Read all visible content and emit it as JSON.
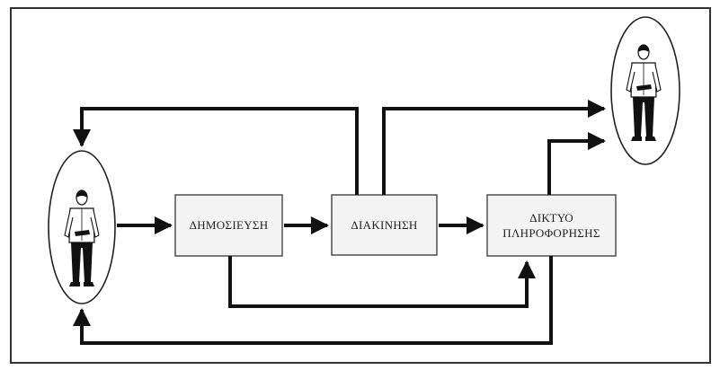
{
  "diagram": {
    "nodes": {
      "publication": {
        "label": "ΔΗΜΟΣΙΕΥΣΗ"
      },
      "distribution": {
        "label": "ΔΙΑΚΙΝΗΣΗ"
      },
      "network": {
        "line1": "ΔΙΚΤΥΟ",
        "line2": "ΠΛΗΡΟΦΟΡΗΣΗΣ"
      }
    },
    "actors": {
      "left": {
        "icon": "person-icon"
      },
      "right": {
        "icon": "person-icon"
      }
    },
    "colors": {
      "line": "#111111",
      "box_fill": "#f4f4f4",
      "box_stroke": "#444444",
      "frame": "#333333"
    }
  }
}
